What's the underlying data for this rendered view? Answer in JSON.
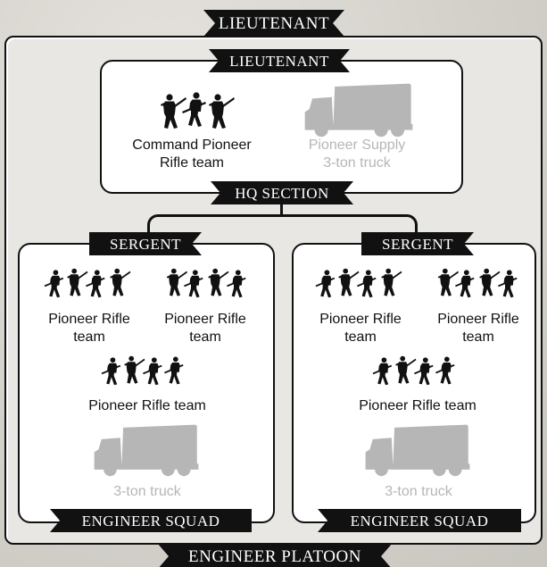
{
  "platoon": {
    "top_label": "LIEUTENANT",
    "bottom_label": "ENGINEER PLATOON"
  },
  "hq": {
    "top_label": "LIEUTENANT",
    "bottom_label": "HQ SECTION",
    "units": [
      {
        "name": "Command Pioneer Rifle team",
        "line1": "Command Pioneer",
        "line2": "Rifle team",
        "icon": "soldier-silhouette-icon",
        "optional": false
      },
      {
        "name": "Pioneer Supply 3-ton truck",
        "line1": "Pioneer Supply",
        "line2": "3-ton truck",
        "icon": "truck-silhouette-icon",
        "optional": true
      }
    ]
  },
  "squads": [
    {
      "top_label": "SERGENT",
      "bottom_label": "ENGINEER SQUAD",
      "team_a": {
        "line1": "Pioneer Rifle",
        "line2": "team"
      },
      "team_b": {
        "line1": "Pioneer Rifle",
        "line2": "team"
      },
      "team_c": "Pioneer Rifle team",
      "truck": "3-ton truck"
    },
    {
      "top_label": "SERGENT",
      "bottom_label": "ENGINEER SQUAD",
      "team_a": {
        "line1": "Pioneer Rifle",
        "line2": "team"
      },
      "team_b": {
        "line1": "Pioneer Rifle",
        "line2": "team"
      },
      "team_c": "Pioneer Rifle team",
      "truck": "3-ton truck"
    }
  ],
  "colors": {
    "banner": "#111111",
    "optional_unit": "#b6b6b6",
    "panel_background": "#ffffff"
  }
}
